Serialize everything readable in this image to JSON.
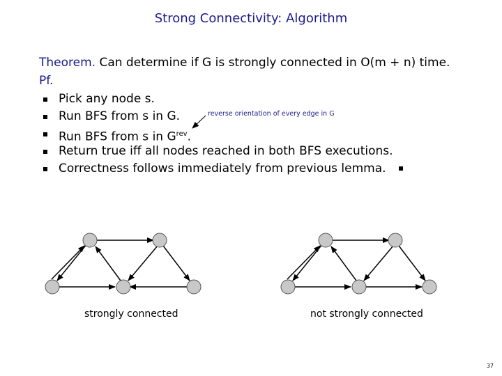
{
  "title": "Strong Connectivity:  Algorithm",
  "theorem": {
    "label": "Theorem.",
    "text": " Can determine if G is strongly connected in O(m + n) time."
  },
  "pf_label": "Pf.",
  "bullets": [
    "Pick any node s.",
    "Run BFS from s in G.",
    "Run BFS from s in G",
    "Return true iff all nodes reached in both BFS executions.",
    "Correctness follows immediately from previous lemma."
  ],
  "grev_sup": "rev",
  "grev_tail": ".",
  "annotation": "reverse orientation of every edge in G",
  "captions": {
    "left": "strongly connected",
    "right": "not strongly connected"
  },
  "page_number": "37"
}
